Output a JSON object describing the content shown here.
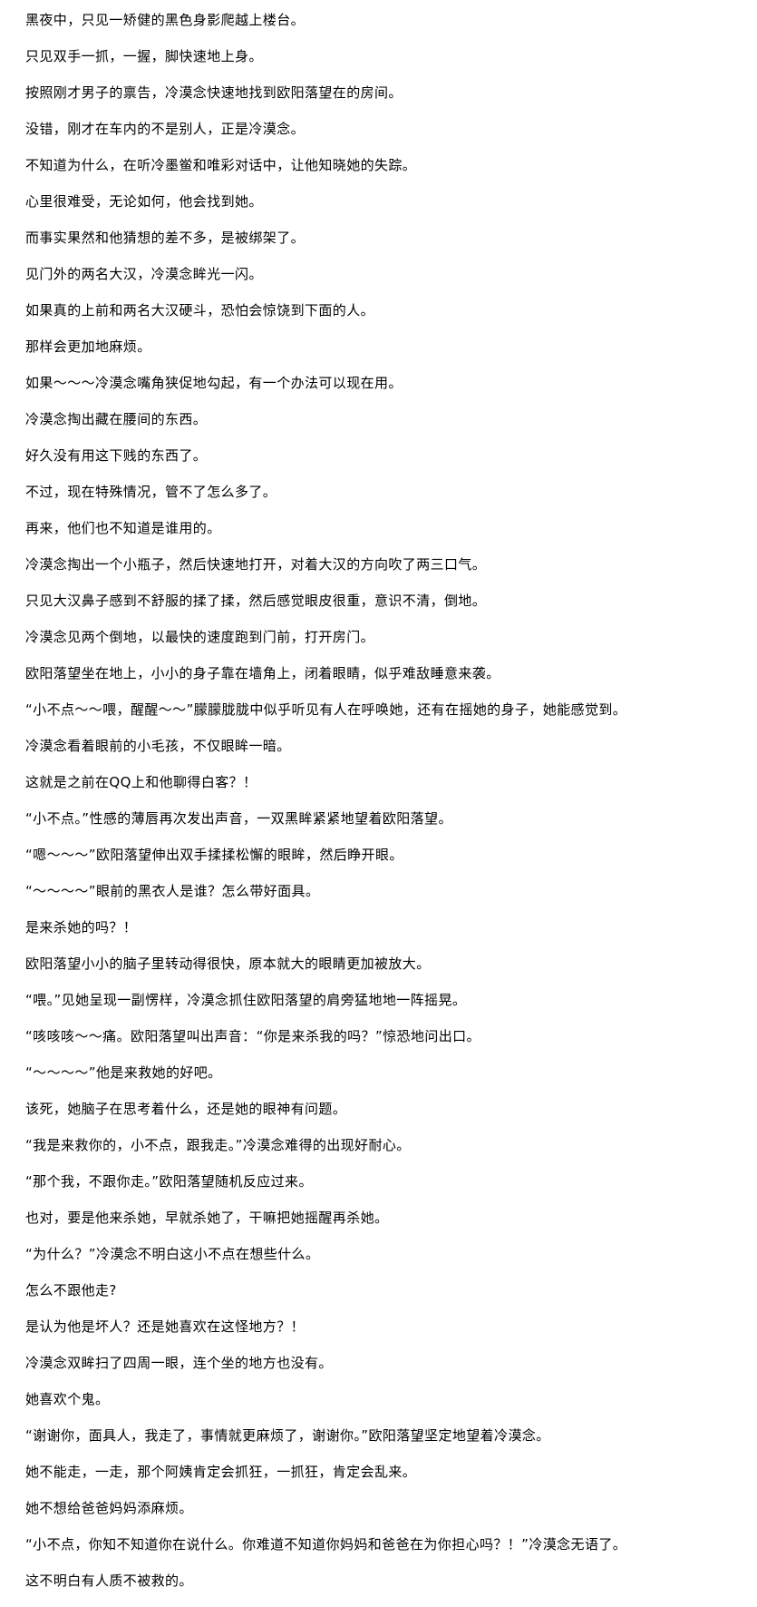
{
  "paragraphs": [
    "黑夜中，只见一矫健的黑色身影爬越上楼台。",
    "只见双手一抓，一握，脚快速地上身。",
    "按照刚才男子的禀告，冷漠念快速地找到欧阳落望在的房间。",
    "没错，刚才在车内的不是别人，正是冷漠念。",
    "不知道为什么，在听冷墨鲎和唯彩对话中，让他知晓她的失踪。",
    "心里很难受，无论如何，他会找到她。",
    "而事实果然和他猜想的差不多，是被绑架了。",
    "见门外的两名大汉，冷漠念眸光一闪。",
    "如果真的上前和两名大汉硬斗，恐怕会惊饶到下面的人。",
    "那样会更加地麻烦。",
    "如果～～～冷漠念嘴角狭促地勾起，有一个办法可以现在用。",
    "冷漠念掏出藏在腰间的东西。",
    "好久没有用这下贱的东西了。",
    "不过，现在特殊情况，管不了怎么多了。",
    "再来，他们也不知道是谁用的。",
    "冷漠念掏出一个小瓶子，然后快速地打开，对着大汉的方向吹了两三口气。",
    "只见大汉鼻子感到不舒服的揉了揉，然后感觉眼皮很重，意识不清，倒地。",
    "冷漠念见两个倒地，以最快的速度跑到门前，打开房门。",
    "欧阳落望坐在地上，小小的身子靠在墙角上，闭着眼睛，似乎难敌睡意来袭。",
    "“小不点～～喂，醒醒～～”朦朦胧胧中似乎听见有人在呼唤她，还有在摇她的身子，她能感觉到。",
    "冷漠念看着眼前的小毛孩，不仅眼眸一暗。",
    "这就是之前在QQ上和他聊得白客？！",
    "“小不点。”性感的薄唇再次发出声音，一双黑眸紧紧地望着欧阳落望。",
    "“嗯～～～”欧阳落望伸出双手揉揉松懈的眼眸，然后睁开眼。",
    "“～～～～”眼前的黑衣人是谁？怎么带好面具。",
    "是来杀她的吗？！",
    "欧阳落望小小的脑子里转动得很快，原本就大的眼睛更加被放大。",
    "“喂。”见她呈现一副愣样，冷漠念抓住欧阳落望的肩旁猛地地一阵摇晃。",
    "“咳咳咳～～痛。欧阳落望叫出声音：“你是来杀我的吗？”惊恐地问出口。",
    "“～～～～”他是来救她的好吧。",
    "该死，她脑子在思考着什么，还是她的眼神有问题。",
    "“我是来救你的，小不点，跟我走。”冷漠念难得的出现好耐心。",
    "“那个我，不跟你走。”欧阳落望随机反应过来。",
    "也对，要是他来杀她，早就杀她了，干嘛把她摇醒再杀她。",
    "“为什么？”冷漠念不明白这小不点在想些什么。",
    "怎么不跟他走?",
    "是认为他是坏人？还是她喜欢在这怪地方？！",
    "冷漠念双眸扫了四周一眼，连个坐的地方也没有。",
    "她喜欢个鬼。",
    "“谢谢你，面具人，我走了，事情就更麻烦了，谢谢你。”欧阳落望坚定地望着冷漠念。",
    "她不能走，一走，那个阿姨肯定会抓狂，一抓狂，肯定会乱来。",
    "她不想给爸爸妈妈添麻烦。",
    "“小不点，你知不知道你在说什么。你难道不知道你妈妈和爸爸在为你担心吗？！”冷漠念无语了。",
    "这不明白有人质不被救的。"
  ]
}
